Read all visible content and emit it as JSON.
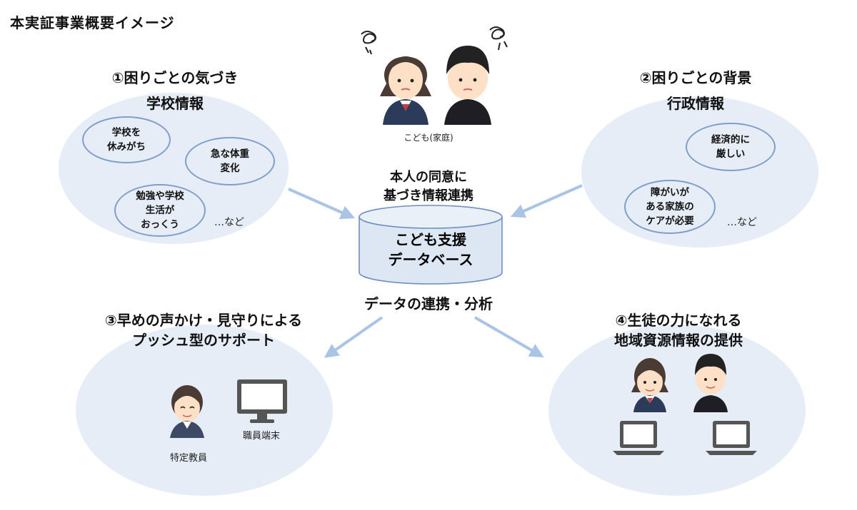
{
  "title": "本実証事業概要イメージ",
  "top_caption": "こども(家庭)",
  "consent_text": [
    "本人の同意に",
    "基づき情報連携"
  ],
  "database": {
    "line1": "こども支援",
    "line2": "データベース"
  },
  "analysis_text": "データの連携・分析",
  "section1": {
    "heading": "①困りごとの気づき",
    "subheading": "学校情報",
    "bubbles": [
      "学校を\n休みがち",
      "急な体重\n変化",
      "勉強や学校\n生活が\nおっくう"
    ],
    "etc": "…など"
  },
  "section2": {
    "heading": "②困りごとの背景",
    "subheading": "行政情報",
    "bubbles": [
      "経済的に\n厳しい",
      "障がいが\nある家族の\nケアが必要"
    ],
    "etc": "…など"
  },
  "section3": {
    "heading_line1": "③早めの声かけ・見守りによる",
    "heading_line2": "プッシュ型のサポート",
    "teacher_label": "特定教員",
    "terminal_label": "職員端末"
  },
  "section4": {
    "heading_line1": "④生徒の力になれる",
    "heading_line2": "地域資源情報の提供"
  },
  "colors": {
    "ellipse_fill": "#e6edf6",
    "bubble_border": "#7f9fca",
    "arrow": "#a9c4e4",
    "db_fill": "#dde7f3",
    "db_stroke": "#6f8fbf"
  },
  "icons": [
    "girl-student-icon",
    "boy-student-icon",
    "worry-scribble-icon",
    "teacher-icon",
    "monitor-icon",
    "laptop-icon"
  ]
}
